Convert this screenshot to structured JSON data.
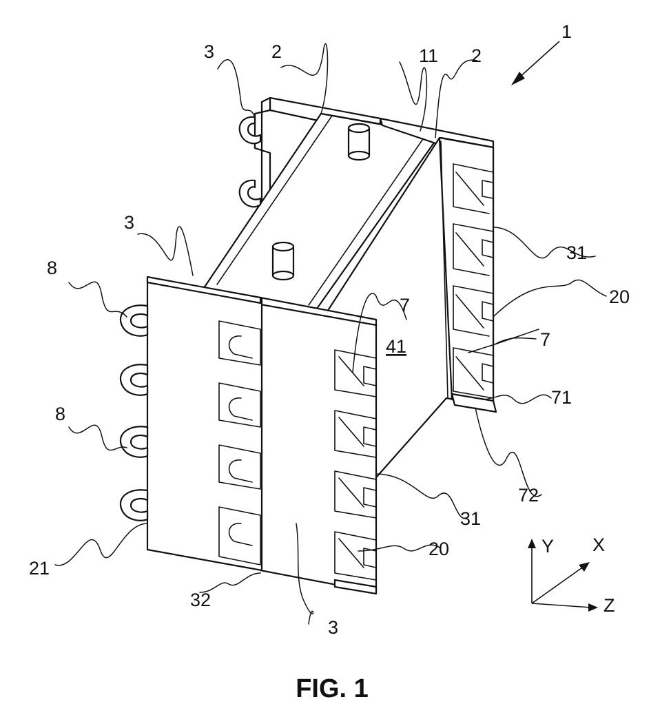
{
  "figure": {
    "caption": "FIG. 1",
    "labels": {
      "l1": "1",
      "l3_top": "3",
      "l2_top": "2",
      "l11": "11",
      "l2_right": "2",
      "l3_mid": "3",
      "l8_top": "8",
      "l8_mid": "8",
      "l31_right": "31",
      "l20_right": "20",
      "l7_center": "7",
      "l41": "41",
      "l7_right": "7",
      "l71": "71",
      "l72": "72",
      "l31_bottom": "31",
      "l20_bottom": "20",
      "l21": "21",
      "l32": "32",
      "l3_bottom": "3"
    },
    "axes": {
      "y": "Y",
      "x": "X",
      "z": "Z"
    }
  }
}
